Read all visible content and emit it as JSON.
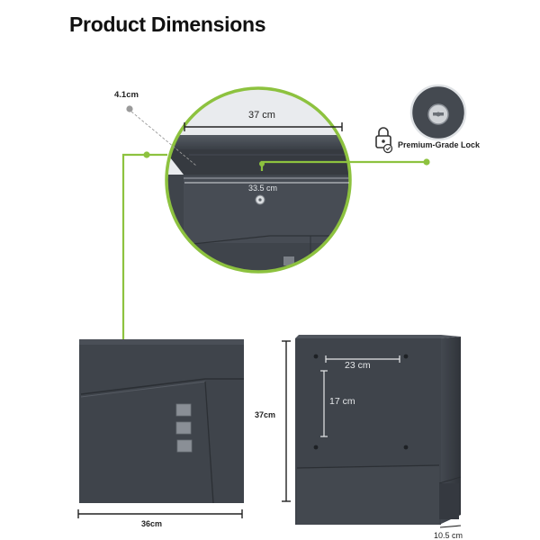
{
  "page_title": "Product Dimensions",
  "colors": {
    "accent_green": "#8dc23f",
    "box_dark": "#3f444b",
    "box_mid": "#4a4f57",
    "box_light": "#5a6068",
    "dimension_line": "#333333",
    "dot_gray": "#9a9a9a"
  },
  "icons": {
    "lock_badge": "padlock-icon",
    "key_cylinder": "keyhole-lock-icon"
  },
  "callouts": {
    "depth_top": "4.1cm",
    "width_lid": "37 cm",
    "width_slot": "33.5 cm",
    "lock_label": "Premium-Grade Lock"
  },
  "front_view": {
    "width": "36cm"
  },
  "back_view": {
    "height": "37cm",
    "hole_spacing_horizontal": "23 cm",
    "hole_spacing_vertical": "17 cm",
    "depth": "10.5 cm"
  }
}
